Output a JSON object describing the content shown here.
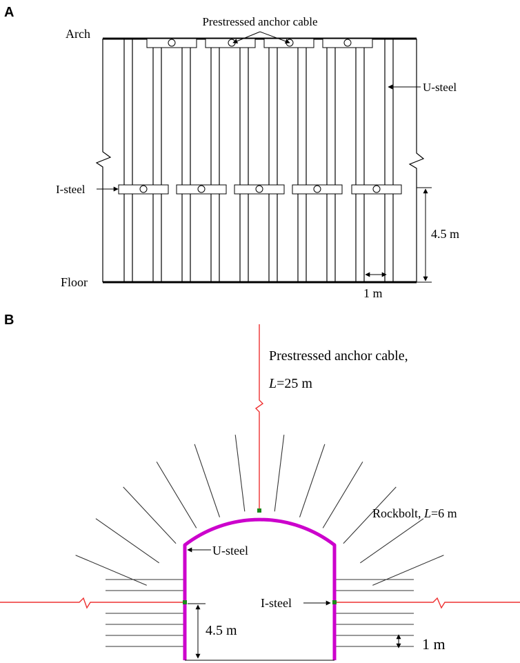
{
  "panel_a": {
    "label": "A",
    "arch_label": "Arch",
    "floor_label": "Floor",
    "anchor_label": "Prestressed anchor cable",
    "usteel_label": "U-steel",
    "isteel_label": "I-steel",
    "height_dim": "4.5 m",
    "spacing_dim": "1 m"
  },
  "panel_b": {
    "label": "B",
    "anchor_label_line1": "Prestressed anchor cable,",
    "anchor_label_line2_var": "L",
    "anchor_label_line2_rest": "=25 m",
    "rockbolt_label_pre": "Rockbolt, ",
    "rockbolt_label_var": "L",
    "rockbolt_label_rest": "=6 m",
    "usteel_label": "U-steel",
    "isteel_label": "I-steel",
    "height_dim": "4.5 m",
    "spacing_dim": "1 m"
  },
  "colors": {
    "steel_support": "#cc00cc",
    "anchor_cable": "#ee3030",
    "connector": "#1a8a1a",
    "line": "#000000"
  }
}
